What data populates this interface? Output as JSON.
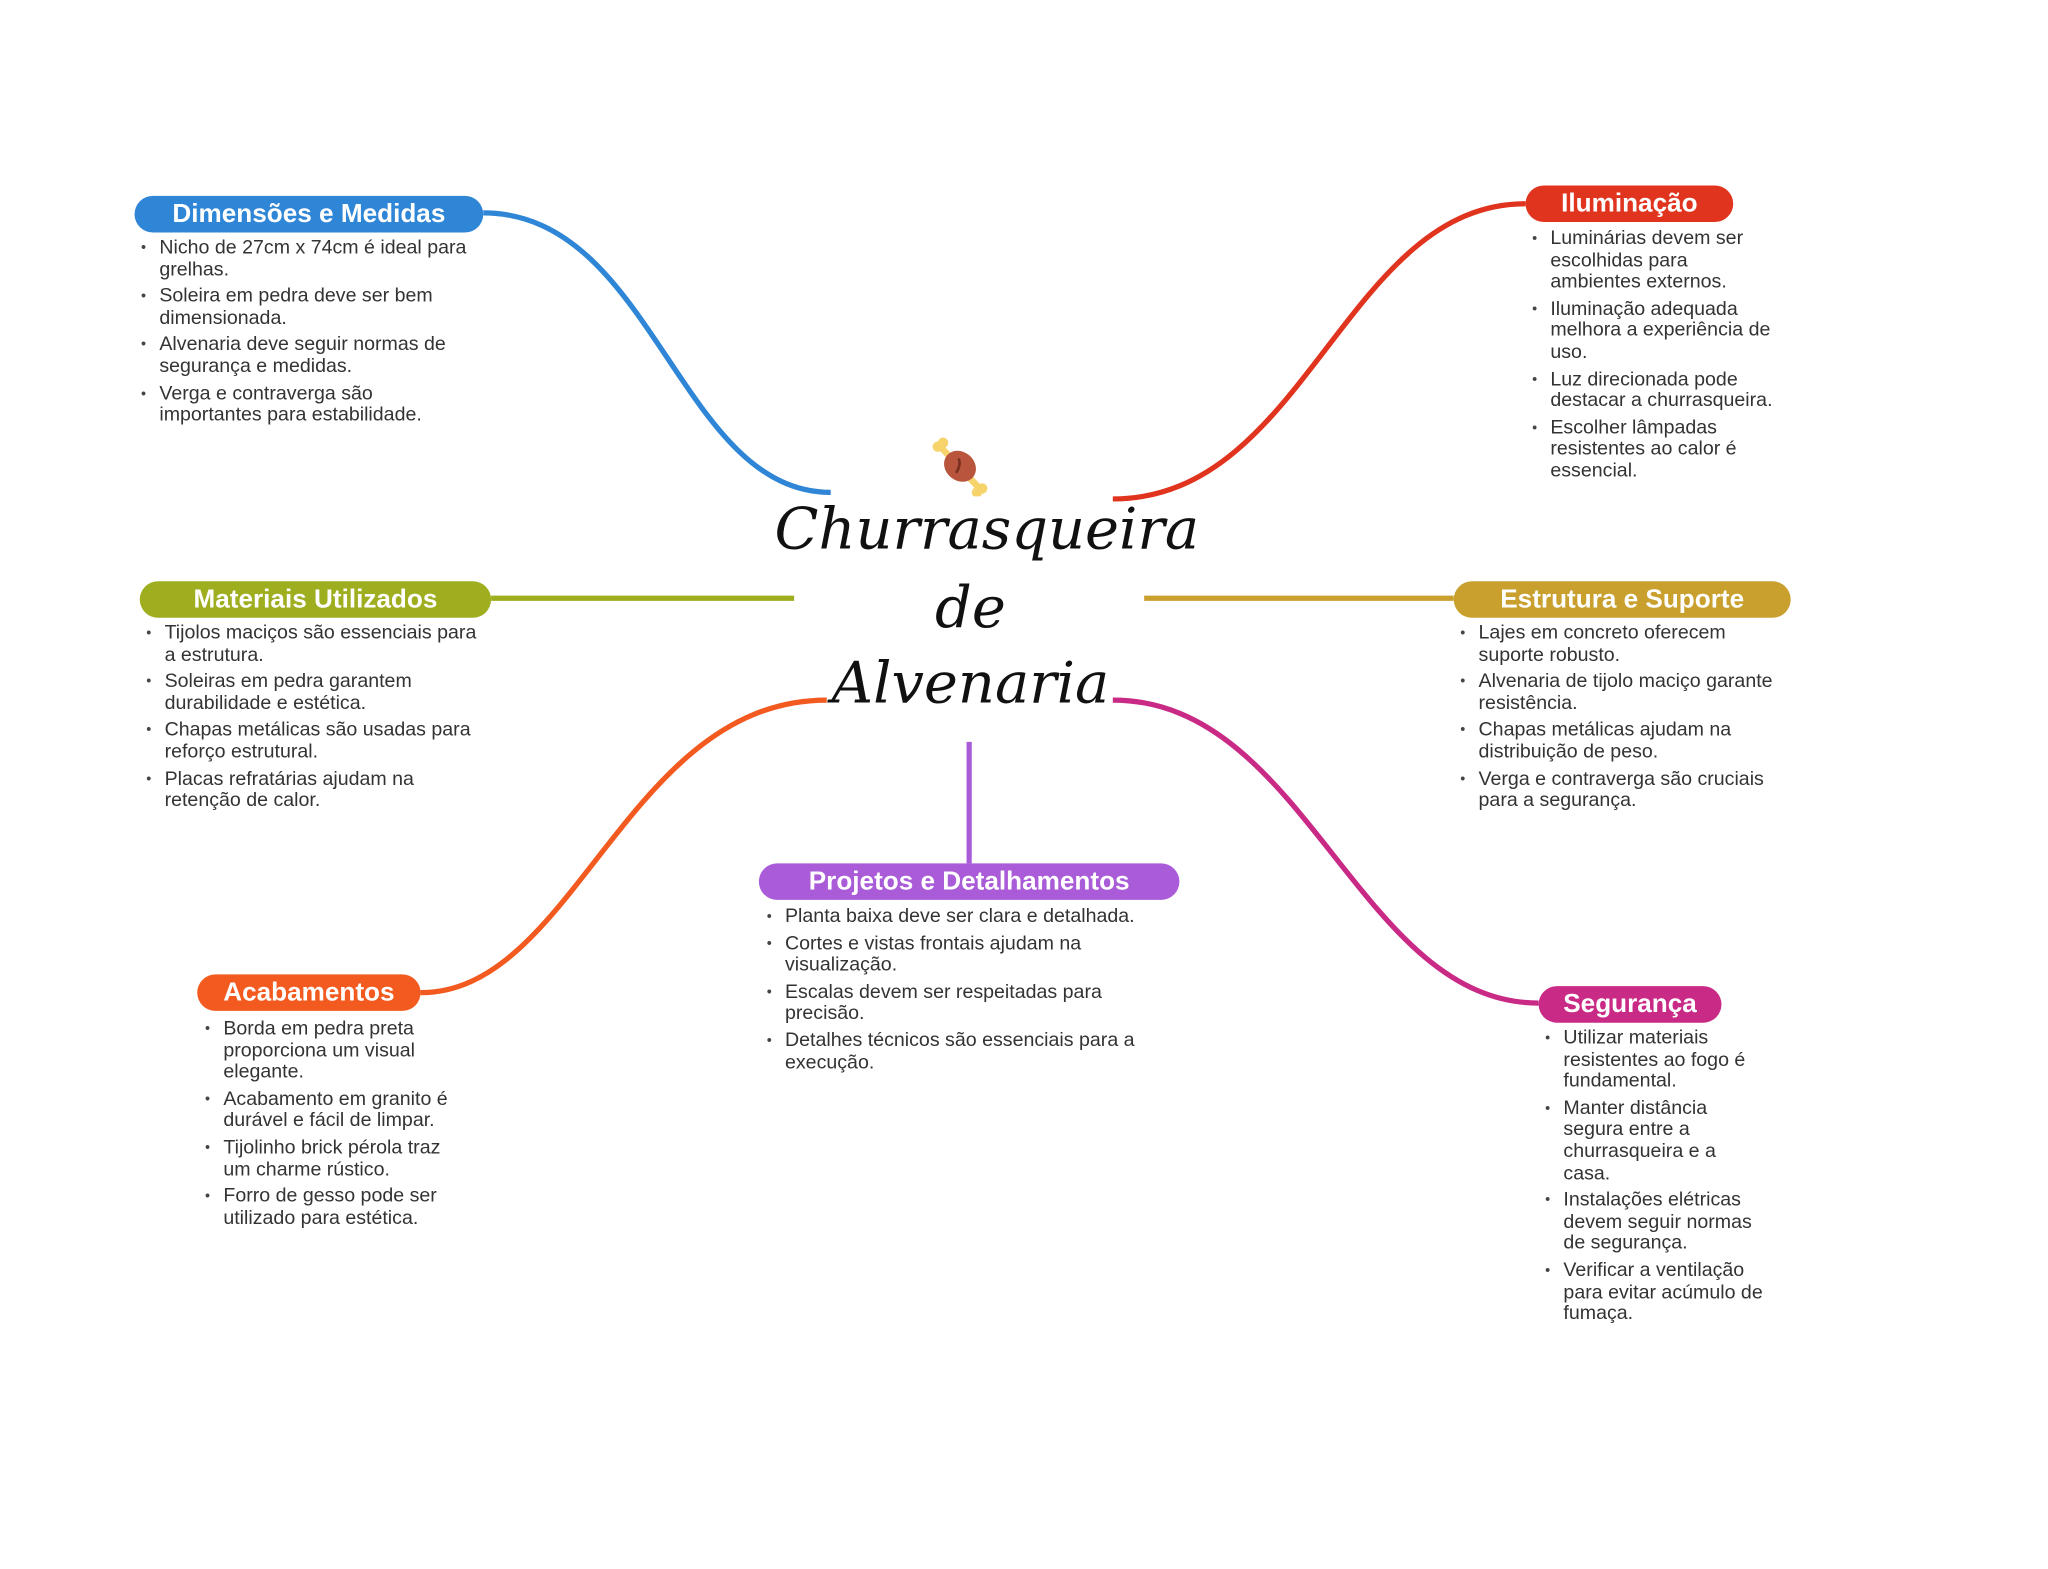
{
  "central": {
    "line1": "Churrasqueira",
    "line2": "de",
    "line3": "Alvenaria",
    "icon": "meat-on-bone-icon"
  },
  "branches": {
    "dimensoes": {
      "title": "Dimensões e Medidas",
      "color": "#2f86d6",
      "items": [
        "Nicho de 27cm x 74cm é ideal para grelhas.",
        "Soleira em pedra deve ser bem dimensionada.",
        "Alvenaria deve seguir normas de segurança e medidas.",
        "Verga e contraverga são importantes para estabilidade."
      ]
    },
    "iluminacao": {
      "title": "Iluminação",
      "color": "#e1341e",
      "items": [
        "Luminárias devem ser escolhidas para ambientes externos.",
        "Iluminação adequada melhora a experiência de uso.",
        "Luz direcionada pode destacar a churrasqueira.",
        "Escolher lâmpadas resistentes ao calor é essencial."
      ]
    },
    "materiais": {
      "title": "Materiais Utilizados",
      "color": "#9fae1f",
      "items": [
        "Tijolos maciços são essenciais para a estrutura.",
        "Soleiras em pedra garantem durabilidade e estética.",
        "Chapas metálicas são usadas para reforço estrutural.",
        "Placas refratárias ajudam na retenção de calor."
      ]
    },
    "estrutura": {
      "title": "Estrutura e Suporte",
      "color": "#c9a02e",
      "items": [
        "Lajes em concreto oferecem suporte robusto.",
        "Alvenaria de tijolo maciço garante resistência.",
        "Chapas metálicas ajudam na distribuição de peso.",
        "Verga e contraverga são cruciais para a segurança."
      ]
    },
    "acabamentos": {
      "title": "Acabamentos",
      "color": "#f35a20",
      "items": [
        "Borda em pedra preta proporciona um visual elegante.",
        "Acabamento em granito é durável e fácil de limpar.",
        "Tijolinho brick pérola traz um charme rústico.",
        "Forro de gesso pode ser utilizado para estética."
      ]
    },
    "projetos": {
      "title": "Projetos e Detalhamentos",
      "color": "#a95bd8",
      "items": [
        "Planta baixa deve ser clara e detalhada.",
        "Cortes e vistas frontais ajudam na visualização.",
        "Escalas devem ser respeitadas para precisão.",
        "Detalhes técnicos são essenciais para a execução."
      ]
    },
    "seguranca": {
      "title": "Segurança",
      "color": "#c92a86",
      "items": [
        "Utilizar materiais resistentes ao fogo é fundamental.",
        "Manter distância segura entre a churrasqueira e a casa.",
        "Instalações elétricas devem seguir normas de segurança.",
        "Verificar a ventilação para evitar acúmulo de fumaça."
      ]
    }
  }
}
